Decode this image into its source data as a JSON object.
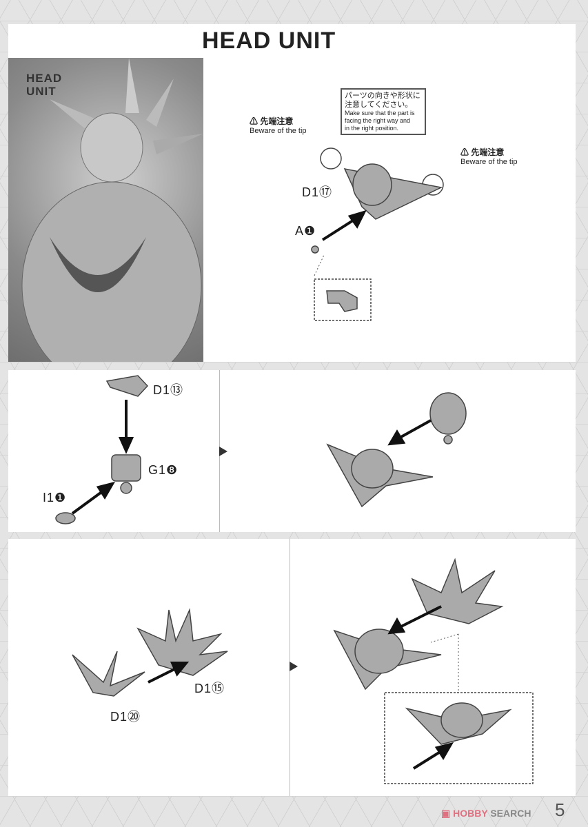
{
  "header": {
    "title": "HEAD UNIT",
    "photo_label_1": "HEAD",
    "photo_label_2": "UNIT"
  },
  "step1": {
    "caution_left": {
      "jp": "先端注意",
      "en": "Beware of the tip"
    },
    "caution_right": {
      "jp": "先端注意",
      "en": "Beware of the tip"
    },
    "note_box": {
      "jp_1": "パーツの向きや形状に",
      "jp_2": "注意してください。",
      "en_1": "Make sure that the part is",
      "en_2": "facing the right way and",
      "en_3": "in the right position."
    },
    "parts": [
      "D1⑰",
      "A❶"
    ]
  },
  "step2": {
    "parts": [
      "D1⑬",
      "G1❽",
      "I1❶"
    ]
  },
  "step3": {
    "parts": [
      "D1⑮",
      "D1⑳"
    ]
  },
  "footer": {
    "page_number": "5",
    "watermark_1": "HOBBY",
    "watermark_2": "SEARCH"
  }
}
